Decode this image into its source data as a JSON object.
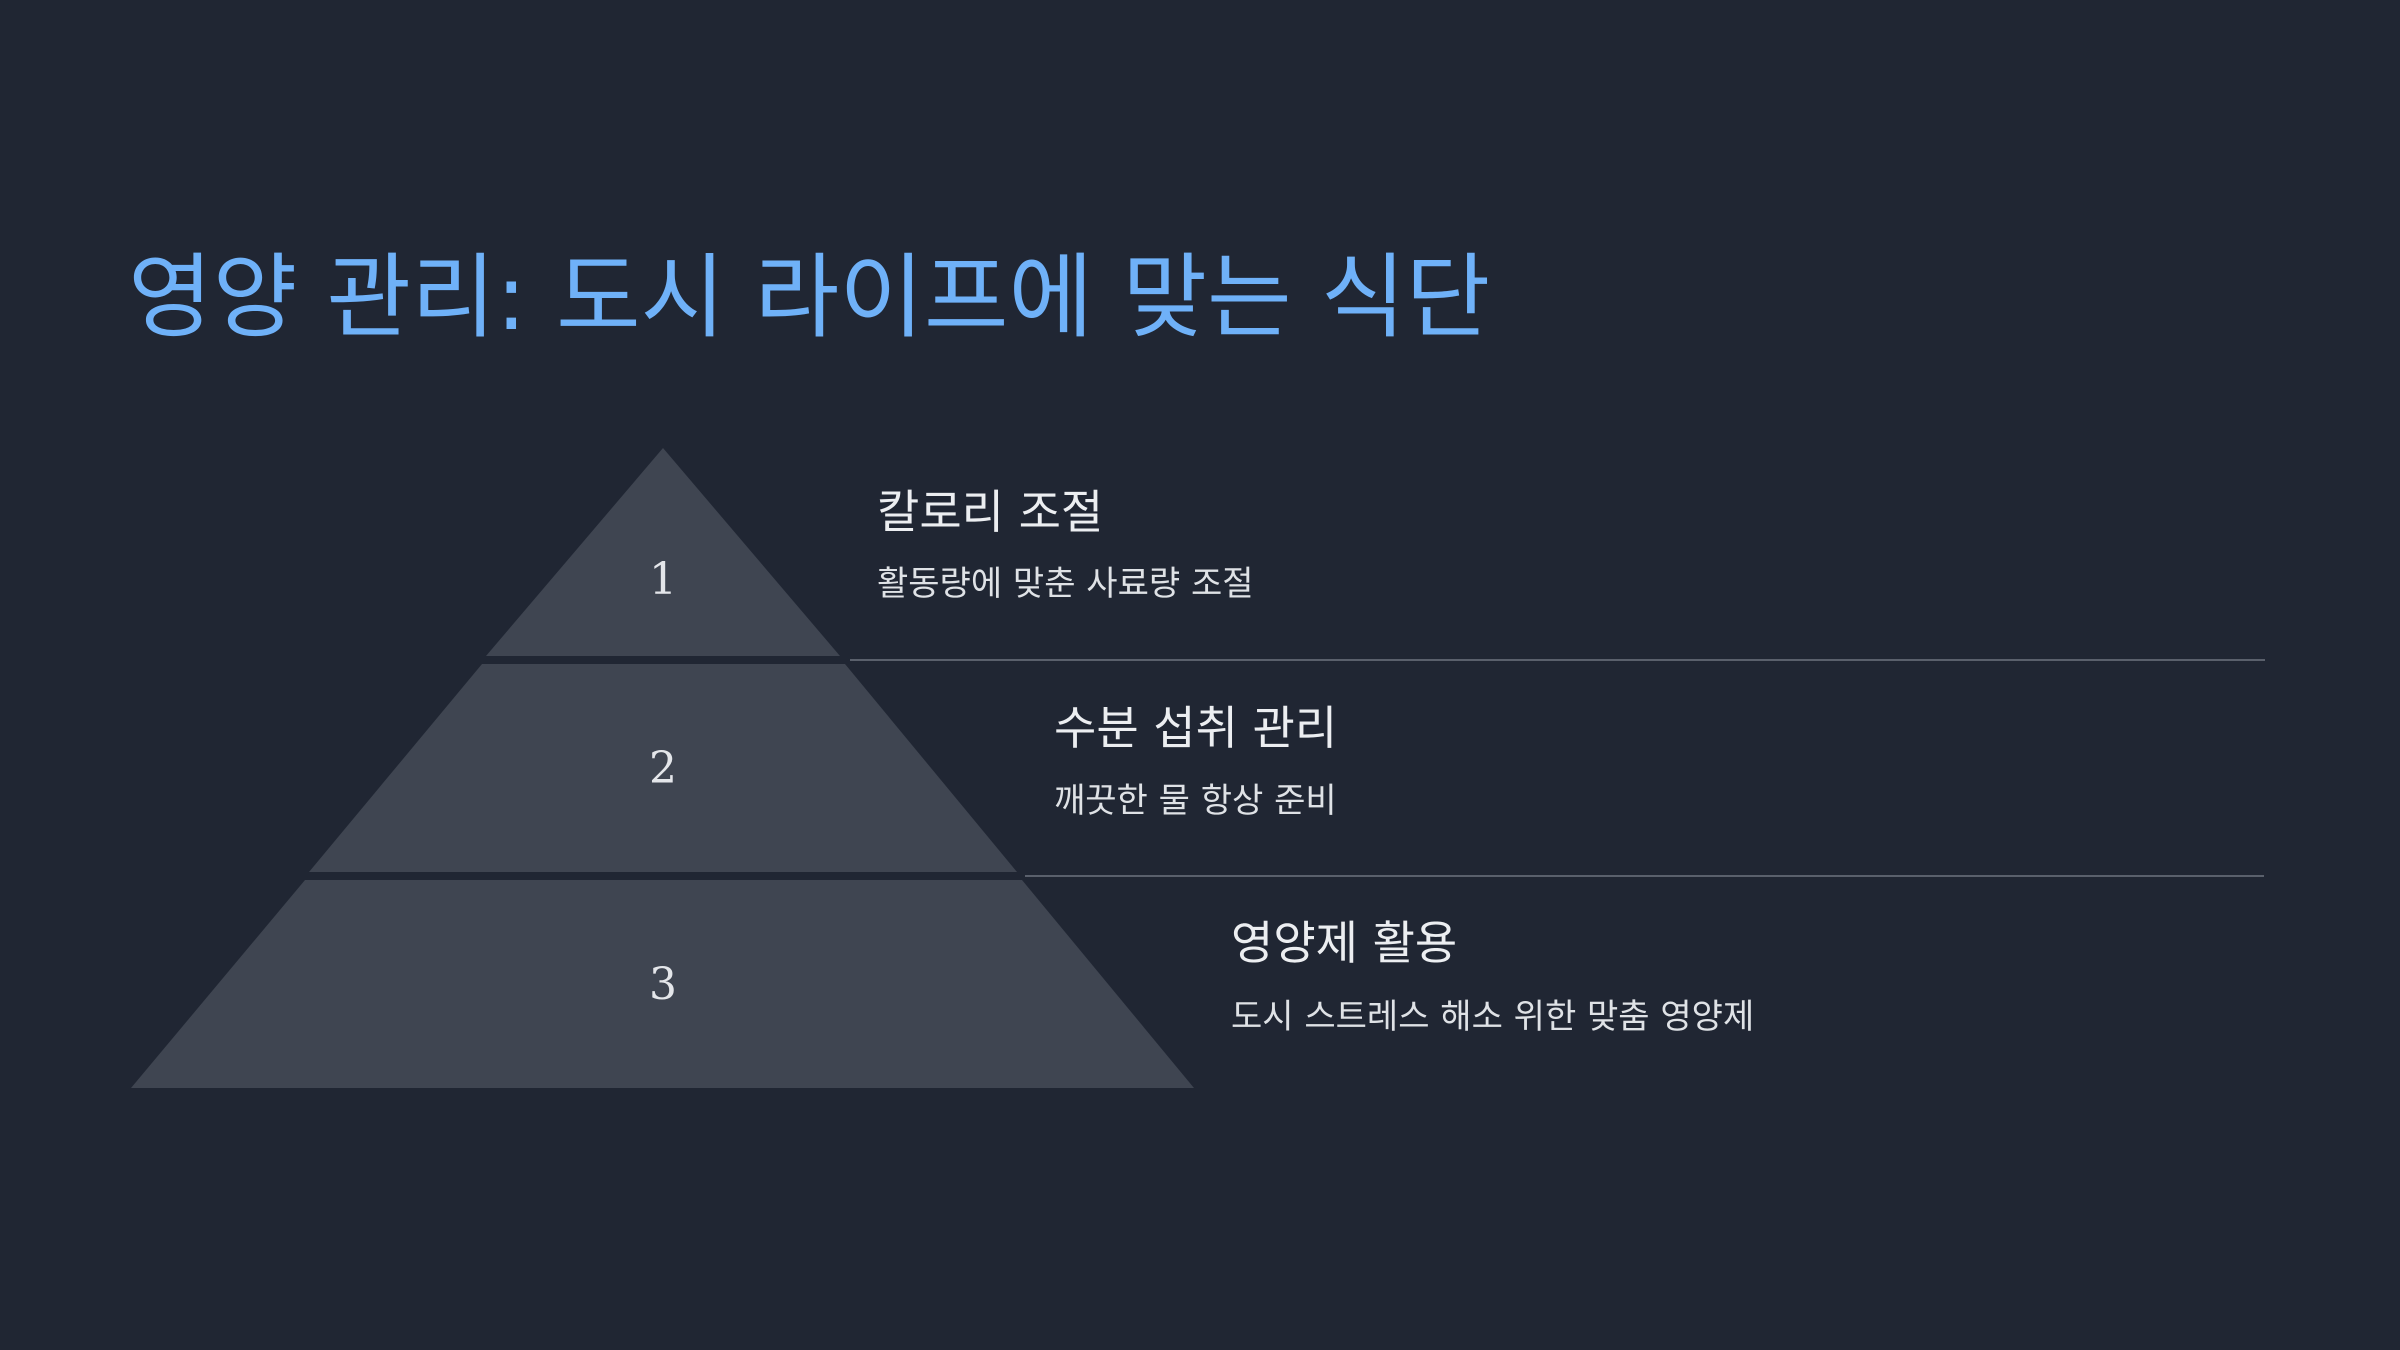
{
  "title": "영양 관리: 도시 라이프에 맞는 식단",
  "colors": {
    "background": "#202633",
    "title": "#6fb1f8",
    "pyramid_fill": "#3f4551",
    "divider": "#5a606c",
    "text": "#eceef1"
  },
  "levels": [
    {
      "number": "1",
      "heading": "칼로리 조절",
      "description": "활동량에 맞춘 사료량 조절"
    },
    {
      "number": "2",
      "heading": "수분 섭취 관리",
      "description": "깨끗한 물 항상 준비"
    },
    {
      "number": "3",
      "heading": "영양제 활용",
      "description": "도시 스트레스 해소 위한 맞춤 영양제"
    }
  ]
}
